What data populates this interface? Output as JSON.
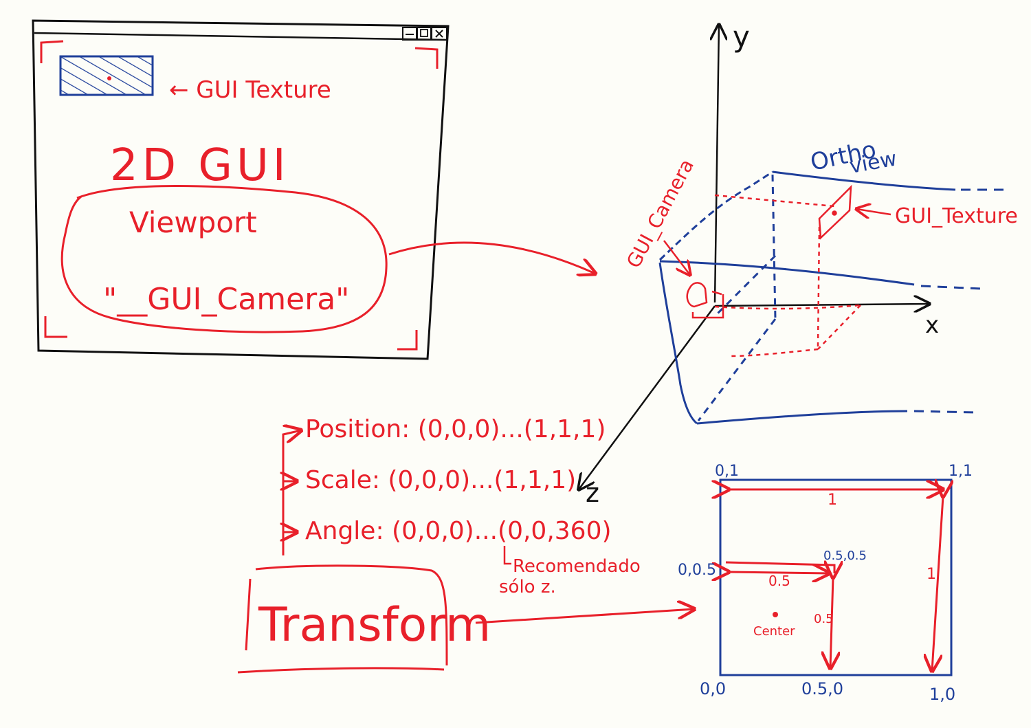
{
  "colors": {
    "red": "#e8202a",
    "blue": "#1f3f9a",
    "black": "#111111",
    "paper": "#fdfdf8"
  },
  "window": {
    "icons": [
      "minimize-icon",
      "maximize-icon",
      "close-icon"
    ],
    "texture_label": "← GUI Texture",
    "title": "2D GUI",
    "viewport_label": "Viewport",
    "camera_label": "\"__GUI_Camera\""
  },
  "view3d": {
    "axis_y": "y",
    "axis_x": "x",
    "axis_z": "z",
    "ortho_label_1": "Ortho",
    "ortho_label_2": "view",
    "camera_label": "GUI_Camera",
    "texture_label": "GUI_Texture"
  },
  "transform": {
    "position": "Position: (0,0,0)...(1,1,1)",
    "scale": "Scale: (0,0,0)...(1,1,1)",
    "angle": "Angle: (0,0,0)...(0,0,360)",
    "note_1": "Recomendado",
    "note_2": "sólo z.",
    "label": "Transform"
  },
  "coords": {
    "tl": "0,1",
    "tr": "1,1",
    "bl": "0,0",
    "br": "1,0",
    "mid_left": "0,0.5",
    "center_pt": "0.5,0.5",
    "mid_bottom": "0.5,0",
    "width_label": "1",
    "height_label": "1",
    "half_w": "0.5",
    "half_h": "0.5",
    "center_label": "Center"
  }
}
